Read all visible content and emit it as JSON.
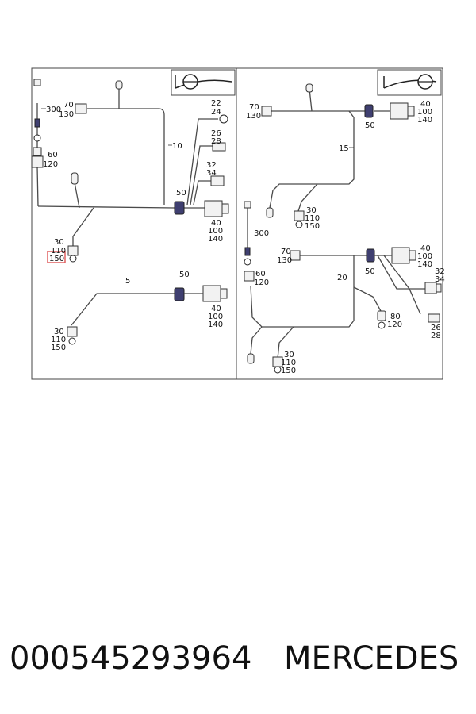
{
  "diagram": {
    "left_panel": {
      "callouts": {
        "c300": "300",
        "c70": "70",
        "c130": "130",
        "c10": "10",
        "c22": "22",
        "c24": "24",
        "c26": "26",
        "c28": "28",
        "c60": "60",
        "c120": "120",
        "c32": "32",
        "c34": "34",
        "c50a": "50",
        "c40a": "40",
        "c100a": "100",
        "c140a": "140",
        "c30a": "30",
        "c110a": "110",
        "c150a": "150",
        "c5": "5",
        "c50b": "50",
        "c40b": "40",
        "c100b": "100",
        "c140b": "140",
        "c30b": "30",
        "c110b": "110",
        "c150b": "150"
      }
    },
    "right_panel": {
      "callouts": {
        "c70a": "70",
        "c130a": "130",
        "c40a": "40",
        "c100a": "100",
        "c140a": "140",
        "c50a": "50",
        "c15": "15",
        "c30a": "30",
        "c110a": "110",
        "c150a": "150",
        "c300": "300",
        "c70b": "70",
        "c130b": "130",
        "c40b": "40",
        "c100b": "100",
        "c140b": "140",
        "c60": "60",
        "c120a": "120",
        "c20": "20",
        "c50b": "50",
        "c32": "32",
        "c34": "34",
        "c80": "80",
        "c120b": "120",
        "c26": "26",
        "c28": "28",
        "c30b": "30",
        "c110b": "110",
        "c150b": "150"
      }
    }
  },
  "footer": {
    "part_number": "000545293964",
    "brand": "MERCEDES"
  }
}
